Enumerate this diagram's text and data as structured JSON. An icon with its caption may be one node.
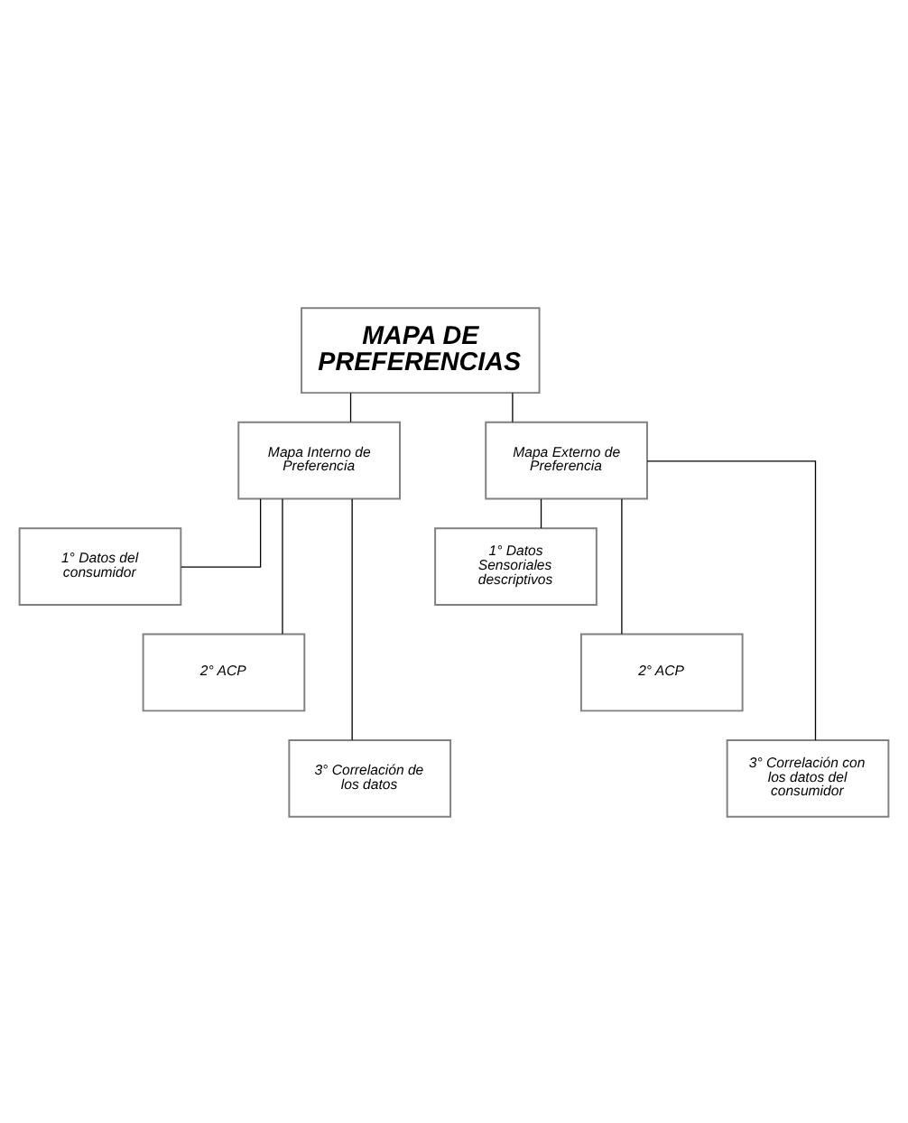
{
  "diagram": {
    "nodes": [
      {
        "text": [
          "MAPA DE PREFERENCIAS"
        ]
      },
      {
        "text": [
          "Mapa Interno de Preferencia"
        ]
      },
      {
        "text": [
          "Mapa Externo de Preferencia"
        ]
      },
      {
        "text": [
          "1° Datos del consumidor"
        ]
      },
      {
        "text": [
          "2° ACP"
        ]
      },
      {
        "text": [
          "3° Correlación de los datos"
        ]
      },
      {
        "text": [
          "1° Datos Sensoriales descriptivos"
        ]
      },
      {
        "text": [
          "2° ACP"
        ]
      },
      {
        "text": [
          "3° Correlación con los datos del consumidor"
        ]
      }
    ],
    "edges": [
      {
        "from": 0,
        "to": 1,
        "arrow": "none"
      },
      {
        "from": 0,
        "to": 2,
        "arrow": "none"
      },
      {
        "from": 1,
        "to": 3,
        "arrow": "none"
      },
      {
        "from": 1,
        "to": 4,
        "arrow": "none"
      },
      {
        "from": 1,
        "to": 5,
        "arrow": "none"
      },
      {
        "from": 2,
        "to": 6,
        "arrow": "none"
      },
      {
        "from": 2,
        "to": 7,
        "arrow": "none"
      },
      {
        "from": 2,
        "to": 8,
        "arrow": "none"
      }
    ]
  }
}
